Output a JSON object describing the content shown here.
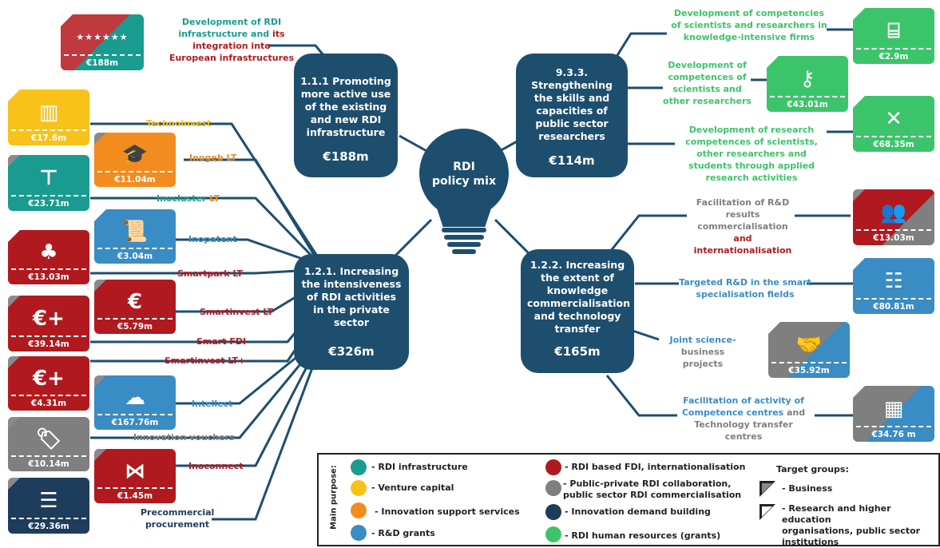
{
  "center": {
    "line1": "RDI",
    "line2": "policy mix"
  },
  "hubs": {
    "h111": {
      "title": "1.1.1 Promoting more active use of the existing and new RDI infrastructure",
      "amount": "€188m"
    },
    "h933": {
      "title": "9.3.3. Strengthening the skills and capacities of public sector researchers",
      "amount": "€114m"
    },
    "h121": {
      "title": "1.2.1. Increasing the intensiveness of RDI activities in the private sector",
      "amount": "€326m"
    },
    "h122": {
      "title": "1.2.2. Increasing the extent of knowledge commercialisation and technology transfer",
      "amount": "€165m"
    }
  },
  "labels": {
    "rdi_infra_a": "Development of RDI infrastructure and",
    "rdi_infra_b": "its",
    "rdi_infra_c": "integration into European",
    "rdi_infra_d": "infrastructures",
    "dev_scientists_firms": "Development of competencies of scientists and researchers in knowledge-intensive firms",
    "dev_competences": "Development of competences of scientists and other researchers",
    "dev_research": "Development of research competences of scientists, other researchers and students through applied research activities",
    "facil_a": "Facilitation of R&D results commercialisation",
    "facil_b": "and",
    "facil_c": "internationalisation",
    "targeted": "Targeted R&D in the smart specialisation fields",
    "joint_a": "Joint science-",
    "joint_b": "business projects",
    "cc_a": "Facilitation of activity of Competence centres",
    "cc_b": "and Technology transfer centres",
    "technoinvest": "Technoinvest",
    "inogeb": "Inogeb LT",
    "inocluster_a": "Inocluster",
    "inocluster_b": "LT",
    "inopatent": "Inopatent",
    "smartpark": "Smartpark LT",
    "smartinvest": "Smartinvest LT",
    "smartfdi": "Smart FDI",
    "smartinvestplus": "Smartinvest LT+",
    "intellect": "Intellect",
    "vouchers": "Innovation vouchers",
    "inoconnect": "Inoconnect",
    "precommercial": "Precommercial procurement"
  },
  "cards": {
    "eu": "€188m",
    "technoinvest": "€17.6m",
    "inogeb": "€11.04m",
    "inocluster": "€23.71m",
    "inopatent": "€3.04m",
    "smartpark": "€13.03m",
    "smartinvest": "€5.79m",
    "smartfdi": "€39.14m",
    "smartplus": "€4.31m",
    "intellect": "€167.76m",
    "vouchers": "€10.14m",
    "inoconnect": "€1.45m",
    "precommercial": "€29.36m",
    "r1": "€2.9m",
    "r2": "€43.01m",
    "r3": "€68.35m",
    "r4": "€13.03m",
    "r5": "€80.81m",
    "r6": "€35.92m",
    "r7": "€34.76 m"
  },
  "icons": {
    "eu": "eu-stars-icon",
    "technoinvest": "building-icon",
    "inogeb": "graduation-cap-icon",
    "inocluster": "org-chart-icon",
    "inopatent": "scroll-icon",
    "smartpark": "tree-icon",
    "smartinvest": "money-bag-icon",
    "smartfdi": "money-bag-plus-icon",
    "smartplus": "money-bag-plus-icon",
    "intellect": "brain-icon",
    "vouchers": "price-tag-icon",
    "inoconnect": "network-icon",
    "precommercial": "coin-stack-icon",
    "r1": "presentation-board-icon",
    "r2": "key-icon",
    "r3": "tools-icon",
    "r4": "people-group-icon",
    "r5": "document-list-icon",
    "r6": "handshake-icon",
    "r7": "office-building-icon"
  },
  "legend": {
    "main_purpose": "Main purpose:",
    "infra": "- RDI infrastructure",
    "venture": "- Venture capital",
    "support": "- Innovation support services",
    "grants": "- R&D grants",
    "fdi": "- RDI based FDI, internationalisation",
    "ppp_a": "- Public-private RDI collaboration,",
    "ppp_b": "public sector RDI commercialisation",
    "demand": "- Innovation demand building",
    "human": "- RDI human resources (grants)",
    "target_groups": "Target groups:",
    "business": "- Business",
    "research_a": "- Research and higher education",
    "research_b": "organisations, public sector",
    "research_c": "institutions"
  },
  "colors": {
    "teal": "#1a9b8f",
    "yellow": "#f8c21a",
    "orange": "#f28c1e",
    "blue": "#3a8cc4",
    "red": "#b01a1f",
    "grey": "#7f7f7f",
    "navy": "#1e3c5c",
    "green": "#3cc46a",
    "hub": "#1e4e6e",
    "line": "#1e4e6e"
  }
}
